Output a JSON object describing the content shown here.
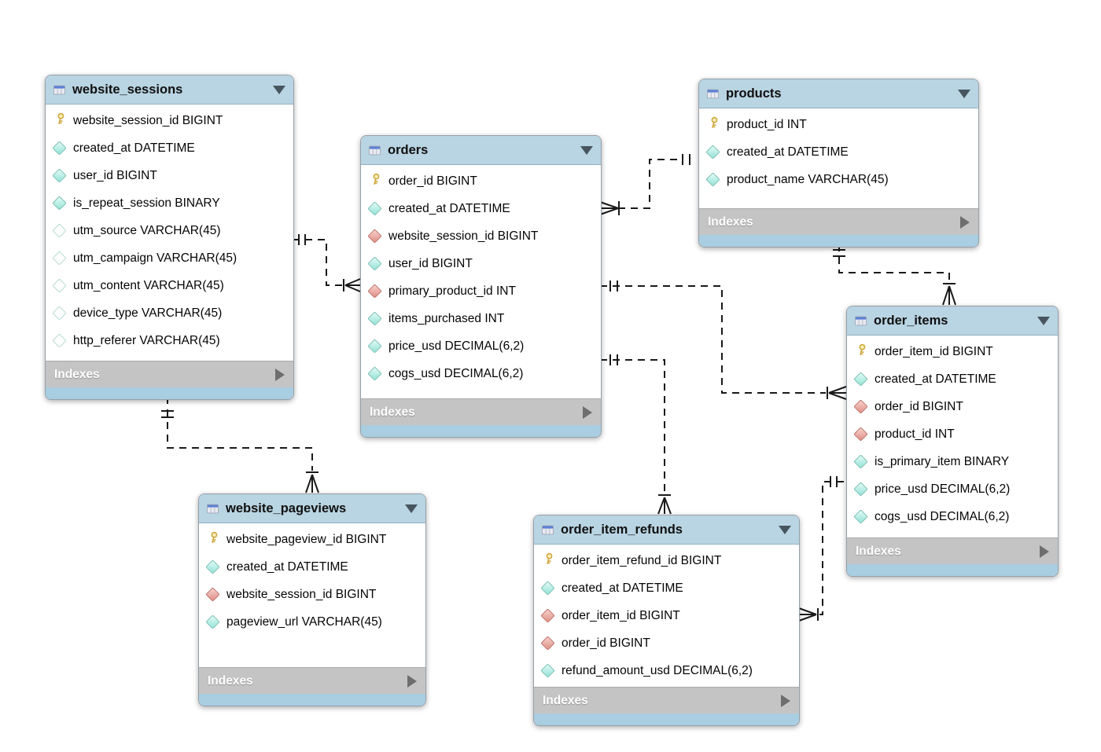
{
  "diagram": {
    "background_color": "#ffffff",
    "footer_label": "Indexes",
    "colors": {
      "table_header_bg": "#b9d4e2",
      "table_footer_bg": "#c4c4c4",
      "table_bottom_strip": "#a9cde1",
      "primary_key_icon": "#cfa83d",
      "column_icon_teal": "#93e2d6",
      "column_icon_fk_red": "#df8e85",
      "column_icon_nullable": "#ffffff",
      "relationship_line": "#1a1a1a"
    },
    "tables": [
      {
        "id": "website_sessions",
        "title": "website_sessions",
        "columns": [
          {
            "icon": "pk",
            "text": "website_session_id BIGINT"
          },
          {
            "icon": "req",
            "text": "created_at DATETIME"
          },
          {
            "icon": "req",
            "text": "user_id BIGINT"
          },
          {
            "icon": "req",
            "text": "is_repeat_session BINARY"
          },
          {
            "icon": "null",
            "text": "utm_source VARCHAR(45)"
          },
          {
            "icon": "null",
            "text": "utm_campaign VARCHAR(45)"
          },
          {
            "icon": "null",
            "text": "utm_content VARCHAR(45)"
          },
          {
            "icon": "null",
            "text": "device_type VARCHAR(45)"
          },
          {
            "icon": "null",
            "text": "http_referer VARCHAR(45)"
          }
        ]
      },
      {
        "id": "orders",
        "title": "orders",
        "columns": [
          {
            "icon": "pk",
            "text": "order_id BIGINT"
          },
          {
            "icon": "req",
            "text": "created_at DATETIME"
          },
          {
            "icon": "fk",
            "text": "website_session_id BIGINT"
          },
          {
            "icon": "req",
            "text": "user_id BIGINT"
          },
          {
            "icon": "fk",
            "text": "primary_product_id INT"
          },
          {
            "icon": "req",
            "text": "items_purchased INT"
          },
          {
            "icon": "req",
            "text": "price_usd DECIMAL(6,2)"
          },
          {
            "icon": "req",
            "text": "cogs_usd DECIMAL(6,2)"
          }
        ]
      },
      {
        "id": "products",
        "title": "products",
        "columns": [
          {
            "icon": "pk",
            "text": "product_id INT"
          },
          {
            "icon": "req",
            "text": "created_at DATETIME"
          },
          {
            "icon": "req",
            "text": "product_name VARCHAR(45)"
          }
        ]
      },
      {
        "id": "order_items",
        "title": "order_items",
        "columns": [
          {
            "icon": "pk",
            "text": "order_item_id BIGINT"
          },
          {
            "icon": "req",
            "text": "created_at DATETIME"
          },
          {
            "icon": "fk",
            "text": "order_id BIGINT"
          },
          {
            "icon": "fk",
            "text": "product_id INT"
          },
          {
            "icon": "req",
            "text": "is_primary_item BINARY"
          },
          {
            "icon": "req",
            "text": "price_usd DECIMAL(6,2)"
          },
          {
            "icon": "req",
            "text": "cogs_usd DECIMAL(6,2)"
          }
        ]
      },
      {
        "id": "order_item_refunds",
        "title": "order_item_refunds",
        "columns": [
          {
            "icon": "pk",
            "text": "order_item_refund_id BIGINT"
          },
          {
            "icon": "req",
            "text": "created_at DATETIME"
          },
          {
            "icon": "fk",
            "text": "order_item_id BIGINT"
          },
          {
            "icon": "fk",
            "text": "order_id BIGINT"
          },
          {
            "icon": "req",
            "text": "refund_amount_usd DECIMAL(6,2)"
          }
        ]
      },
      {
        "id": "website_pageviews",
        "title": "website_pageviews",
        "columns": [
          {
            "icon": "pk",
            "text": "website_pageview_id BIGINT"
          },
          {
            "icon": "req",
            "text": "created_at DATETIME"
          },
          {
            "icon": "fk",
            "text": "website_session_id BIGINT"
          },
          {
            "icon": "req",
            "text": "pageview_url VARCHAR(45)"
          }
        ]
      }
    ],
    "relationships": [
      {
        "from": "website_sessions",
        "to": "orders",
        "from_end": "one",
        "to_end": "many"
      },
      {
        "from": "products",
        "to": "orders",
        "from_end": "one",
        "to_end": "many"
      },
      {
        "from": "products",
        "to": "order_items",
        "from_end": "one",
        "to_end": "many"
      },
      {
        "from": "orders",
        "to": "order_items",
        "from_end": "one",
        "to_end": "many"
      },
      {
        "from": "orders",
        "to": "order_item_refunds",
        "from_end": "one",
        "to_end": "many"
      },
      {
        "from": "website_sessions",
        "to": "website_pageviews",
        "from_end": "one",
        "to_end": "many"
      },
      {
        "from": "order_items",
        "to": "order_item_refunds",
        "from_end": "one",
        "to_end": "many"
      }
    ]
  }
}
